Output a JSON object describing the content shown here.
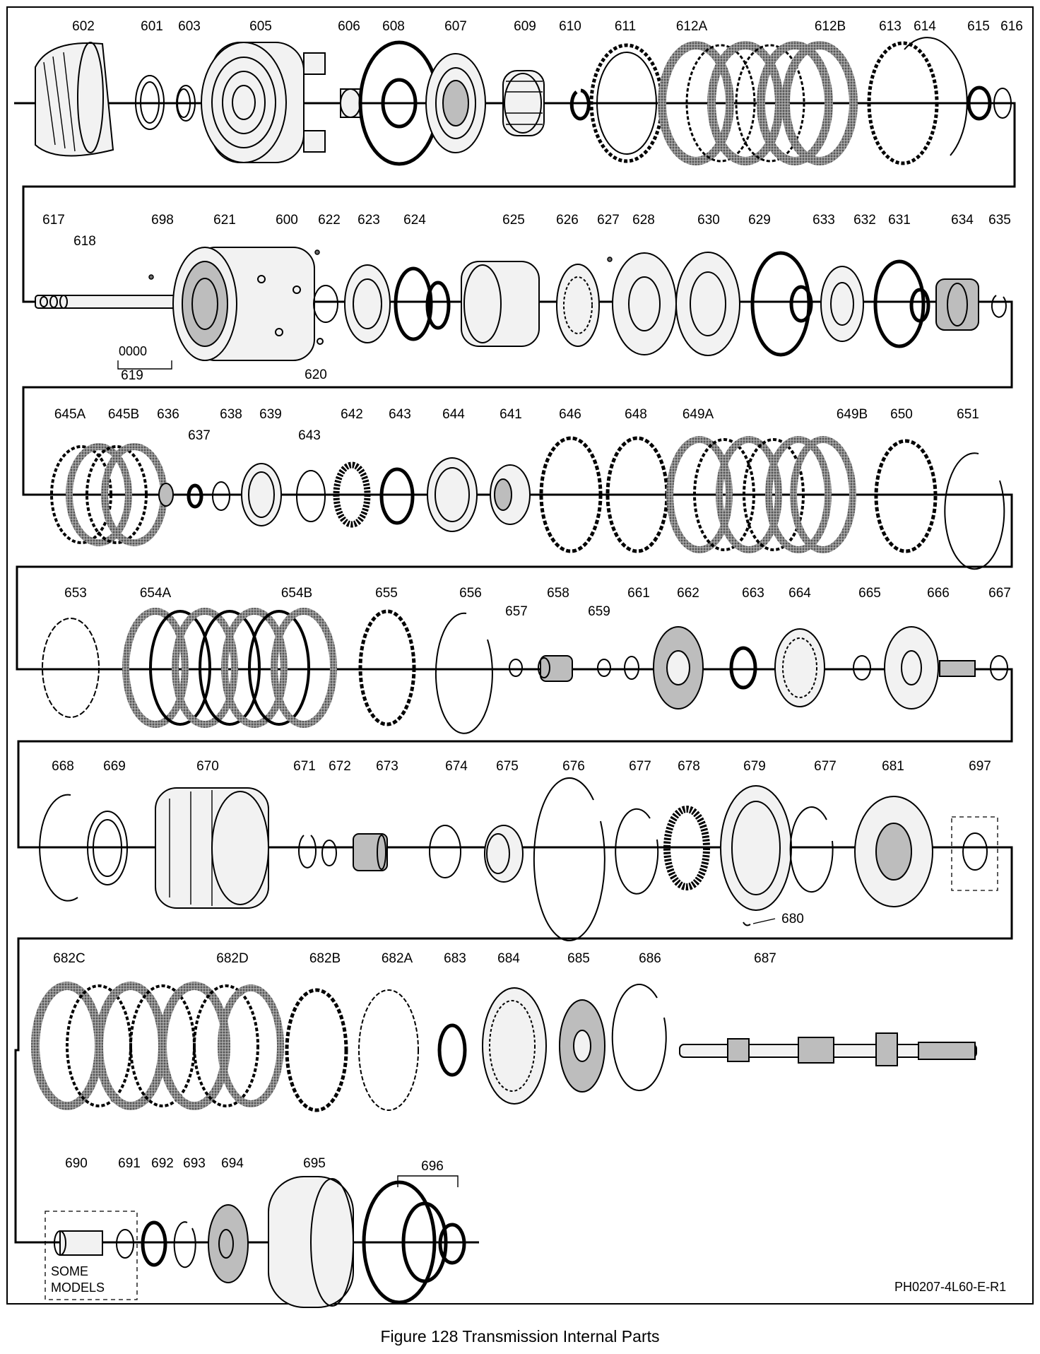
{
  "figure": {
    "caption": "Figure 128 Transmission Internal Parts",
    "code": "PH0207-4L60-E-R1",
    "some_models_note": [
      "SOME",
      "MODELS"
    ],
    "bundle_mark": "0000"
  },
  "rows": [
    [
      "602",
      "601",
      "603",
      "605",
      "606",
      "608",
      "607",
      "609",
      "610",
      "611",
      "612A",
      "612B",
      "613",
      "614",
      "615",
      "616"
    ],
    [
      "617",
      "618",
      "698",
      "621",
      "600",
      "622",
      "623",
      "624",
      "625",
      "626",
      "627",
      "628",
      "630",
      "629",
      "633",
      "632",
      "631",
      "634",
      "635",
      "619",
      "620"
    ],
    [
      "645A",
      "645B",
      "636",
      "637",
      "638",
      "639",
      "643",
      "642",
      "643",
      "644",
      "641",
      "646",
      "648",
      "649A",
      "649B",
      "650",
      "651"
    ],
    [
      "653",
      "654A",
      "654B",
      "655",
      "656",
      "657",
      "658",
      "659",
      "661",
      "662",
      "663",
      "664",
      "665",
      "666",
      "667"
    ],
    [
      "668",
      "669",
      "670",
      "671",
      "672",
      "673",
      "674",
      "675",
      "676",
      "677",
      "678",
      "679",
      "677",
      "681",
      "697",
      "680"
    ],
    [
      "682C",
      "682D",
      "682B",
      "682A",
      "683",
      "684",
      "685",
      "686",
      "687"
    ],
    [
      "690",
      "691",
      "692",
      "693",
      "694",
      "695",
      "696"
    ]
  ]
}
